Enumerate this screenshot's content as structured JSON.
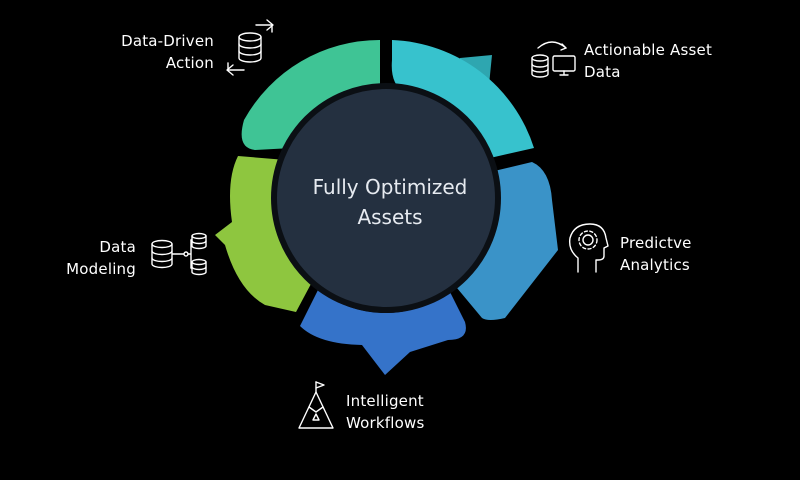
{
  "colors": {
    "background": "#000000",
    "center_fill": "#243040",
    "segment_top_left": "#3fc495",
    "segment_top_right": "#37c2cd",
    "segment_right": "#3a93c8",
    "segment_bottom": "#3573c9",
    "segment_left": "#8ec63f",
    "icon_stroke": "#ffffff"
  },
  "center": {
    "line1": "Fully Optimized",
    "line2": "Assets"
  },
  "items": [
    {
      "id": "data-driven-action",
      "line1": "Data-Driven",
      "line2": "Action",
      "icon": "database-sync-icon",
      "color": "#3fc495"
    },
    {
      "id": "actionable-asset-data",
      "line1": "Actionable Asset",
      "line2": "Data",
      "icon": "database-monitor-icon",
      "color": "#37c2cd"
    },
    {
      "id": "predictive-analytics",
      "line1": "Predictve",
      "line2": "Analytics",
      "icon": "head-gear-icon",
      "color": "#3a93c8"
    },
    {
      "id": "intelligent-workflows",
      "line1": "Intelligent",
      "line2": "Workflows",
      "icon": "summit-flag-icon",
      "color": "#3573c9"
    },
    {
      "id": "data-modeling",
      "line1": "Data",
      "line2": "Modeling",
      "icon": "database-network-icon",
      "color": "#8ec63f"
    }
  ]
}
